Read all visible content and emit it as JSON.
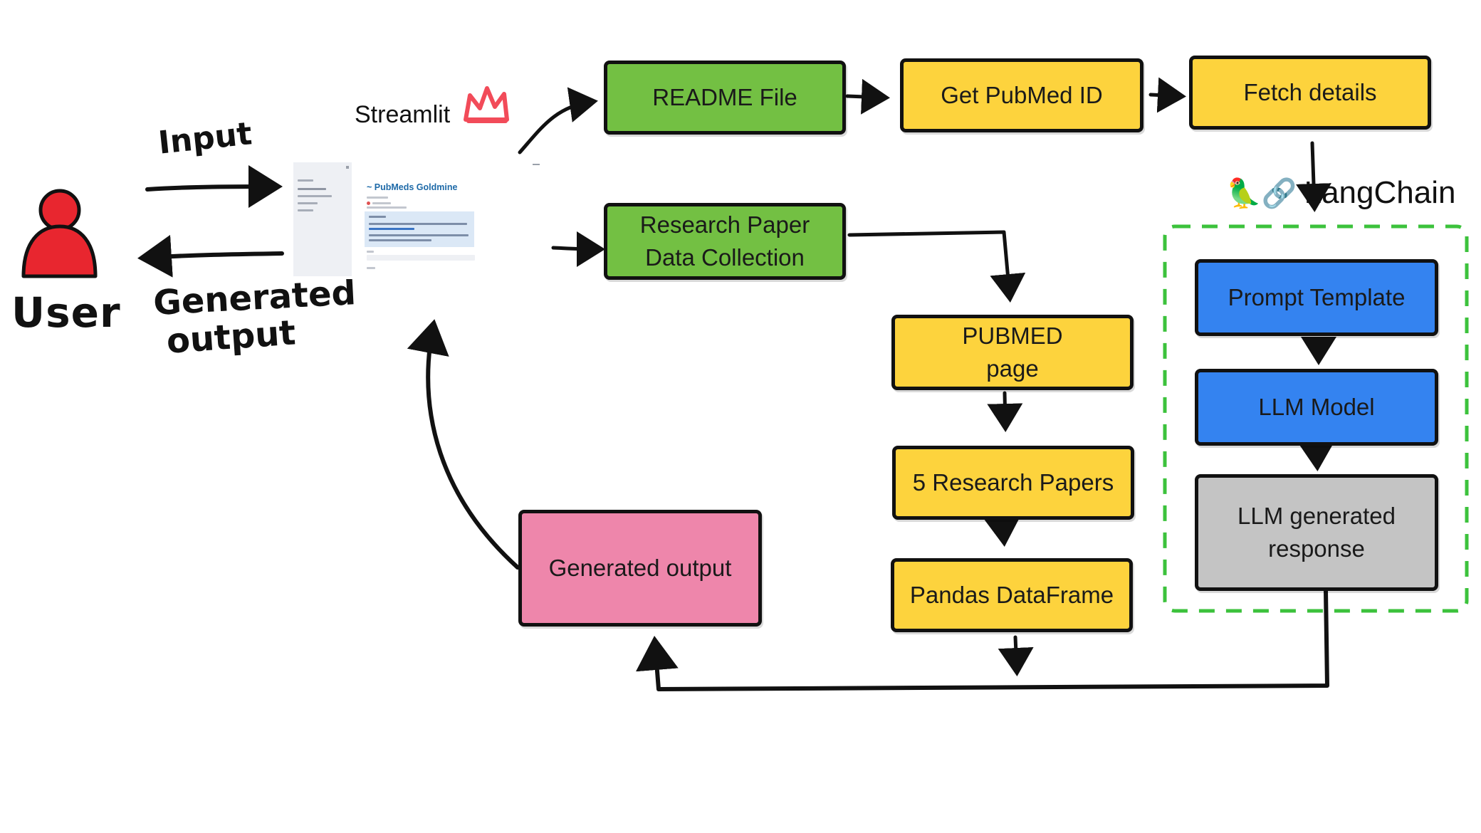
{
  "user": {
    "label": "User"
  },
  "arrows": {
    "input_label": "Input",
    "output_label_line1": "Generated",
    "output_label_line2": "output"
  },
  "streamlit": {
    "label": "Streamlit"
  },
  "app_preview": {
    "title": "~ PubMeds Goldmine"
  },
  "langchain": {
    "label": "LangChain",
    "emoji": "🦜🔗"
  },
  "boxes": {
    "readme": "README File",
    "get_pubmed_id": "Get PubMed ID",
    "fetch_details": "Fetch details",
    "research_line1": "Research Paper",
    "research_line2": "Data Collection",
    "pubmed_line1": "PUBMED",
    "pubmed_line2": "page",
    "five_papers": "5 Research Papers",
    "pandas": "Pandas DataFrame",
    "prompt_template": "Prompt Template",
    "llm_model": "LLM Model",
    "llm_response_line1": "LLM generated",
    "llm_response_line2": "response",
    "generated_output": "Generated output"
  },
  "colors": {
    "green": "#73c043",
    "yellow": "#fdd33d",
    "blue": "#3483f0",
    "gray": "#c4c4c4",
    "pink": "#ee86ab",
    "user_red": "#e8262f",
    "dashed_green": "#3cc23c"
  },
  "icons": {
    "user": "user-person-icon",
    "streamlit": "streamlit-crown-icon",
    "langchain": "parrot-chain-icon"
  }
}
